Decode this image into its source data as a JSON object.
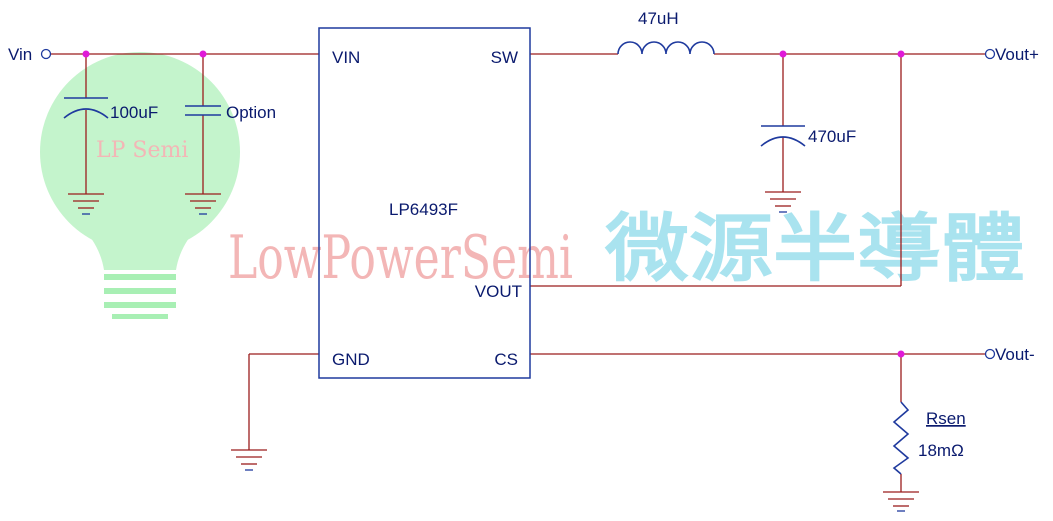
{
  "ic": {
    "part": "LP6493F",
    "pins": {
      "vin": "VIN",
      "sw": "SW",
      "vout": "VOUT",
      "gnd": "GND",
      "cs": "CS"
    }
  },
  "terminals": {
    "vin": "Vin",
    "vout_plus": "Vout+",
    "vout_minus": "Vout-"
  },
  "components": {
    "c_in": "100uF",
    "c_opt": "Option",
    "inductor": "47uH",
    "c_out": "470uF",
    "rsen_name": "Rsen",
    "rsen_value": "18mΩ"
  },
  "watermark": {
    "brand_latin": "LowPowerSemi",
    "brand_cjk": "微源半導體",
    "badge": "LP Semi"
  },
  "colors": {
    "wire": "#9b1c1c",
    "component": "#1f3a9e",
    "text": "#0a1a6e",
    "junction": "#e01ad8",
    "watermark_red": "#f3b6b6",
    "watermark_cyan": "#a9e3ef",
    "watermark_green": "#a8efb4"
  }
}
